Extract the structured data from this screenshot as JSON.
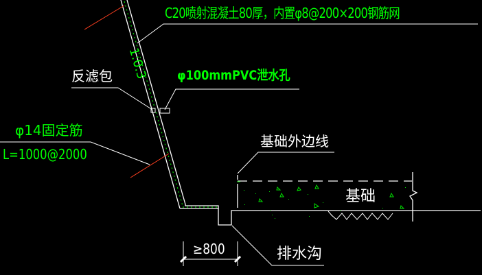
{
  "colors": {
    "background": "#000000",
    "text_green": "#00ff00",
    "text_white": "#ffffff",
    "line_white": "#ffffff",
    "anchor_red": "#ff4020",
    "hatch_green": "#00e000"
  },
  "labels": {
    "shotcrete_note": "C20喷射混凝土80厚，内置φ8@200×200钢筋网",
    "slope_ratio": "1:0.3",
    "filter_bag": "反滤包",
    "drain_hole": "φ100mmPVC泄水孔",
    "anchor_bar_line1": "φ14固定筋",
    "anchor_bar_line2": "L=1000@2000",
    "foundation_edge": "基础外边线",
    "foundation": "基础",
    "drain_ditch": "排水沟",
    "ditch_width": "≥800"
  }
}
